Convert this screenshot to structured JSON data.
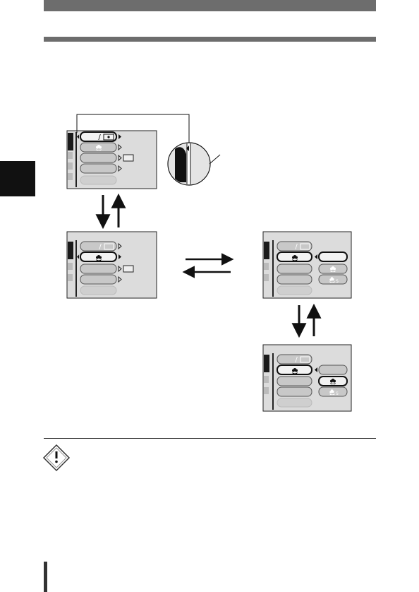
{
  "colors": {
    "header_bar": "#6d6d6d",
    "screen_bg": "#dcdcdc",
    "menu_item": "#c8c8c8",
    "highlight": "#f2f2f2",
    "ink": "#111111"
  },
  "icons": {
    "mode_item": "auto-mode-slash-flash-icon",
    "macro_item": "macro-flower-icon",
    "super_macro": "super-macro-flower-icon",
    "card_item": "card-icon",
    "note": "caution-exclamation-icon"
  },
  "screens": [
    {
      "name": "screen-top-left",
      "selected_row": 0,
      "submenu": false
    },
    {
      "name": "screen-mid-left",
      "selected_row": 1,
      "submenu": false
    },
    {
      "name": "screen-mid-right",
      "selected_row": 1,
      "submenu": true,
      "submenu_selected": 0
    },
    {
      "name": "screen-bottom-right",
      "selected_row": 1,
      "submenu": true,
      "submenu_selected": 1
    }
  ],
  "mode_label": "/"
}
